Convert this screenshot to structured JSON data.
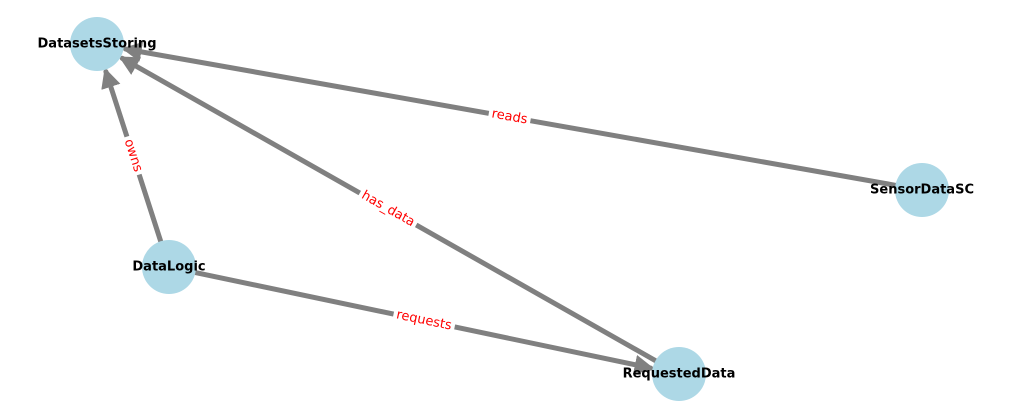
{
  "colors": {
    "node_fill": "#add8e6",
    "edge_stroke": "#808080",
    "edge_label": "#ff0000",
    "node_label": "#000000"
  },
  "nodes": [
    {
      "id": "DatasetsStoring",
      "label": "DatasetsStoring"
    },
    {
      "id": "SensorDataSC",
      "label": "SensorDataSC"
    },
    {
      "id": "DataLogic",
      "label": "DataLogic"
    },
    {
      "id": "RequestedData",
      "label": "RequestedData"
    }
  ],
  "edges": [
    {
      "source": "SensorDataSC",
      "target": "DatasetsStoring",
      "label": "reads"
    },
    {
      "source": "DataLogic",
      "target": "DatasetsStoring",
      "label": "owns"
    },
    {
      "source": "RequestedData",
      "target": "DatasetsStoring",
      "label": "has_data"
    },
    {
      "source": "DataLogic",
      "target": "RequestedData",
      "label": "requests"
    }
  ]
}
